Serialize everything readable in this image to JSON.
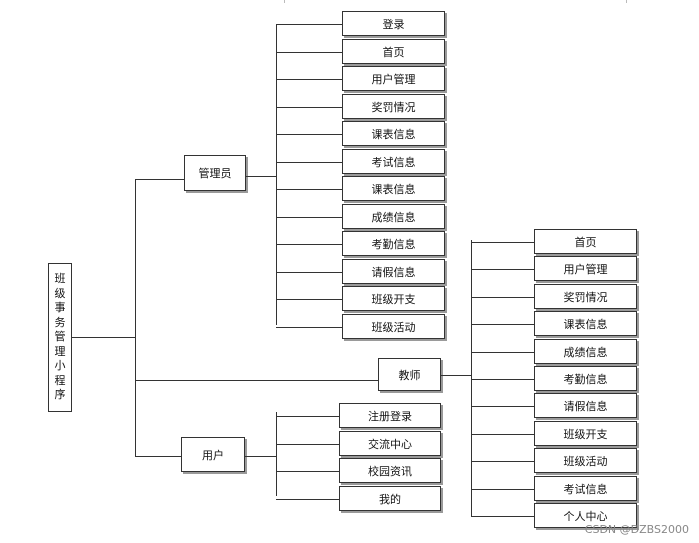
{
  "root": {
    "label": "班级事务管理小程序"
  },
  "roles": [
    {
      "name": "管理员",
      "items": [
        "登录",
        "首页",
        "用户管理",
        "奖罚情况",
        "课表信息",
        "考试信息",
        "课表信息",
        "成绩信息",
        "考勤信息",
        "请假信息",
        "班级开支",
        "班级活动"
      ]
    },
    {
      "name": "教师",
      "items": [
        "首页",
        "用户管理",
        "奖罚情况",
        "课表信息",
        "成绩信息",
        "考勤信息",
        "请假信息",
        "班级开支",
        "班级活动",
        "考试信息",
        "个人中心"
      ]
    },
    {
      "name": "用户",
      "items": [
        "注册登录",
        "交流中心",
        "校园资讯",
        "我的"
      ]
    }
  ],
  "watermark": "CSDN @DZBS2000"
}
